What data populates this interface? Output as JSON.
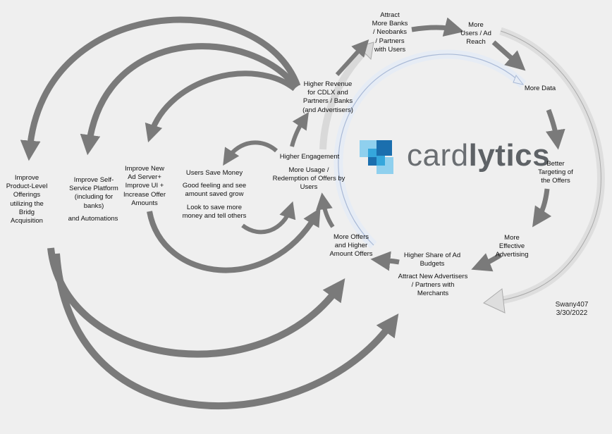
{
  "brand": {
    "name_light": "card",
    "name_bold": "lytics",
    "colors": {
      "light_blue": "#8fd0ee",
      "mid_blue": "#35a7dc",
      "dark_blue": "#1b6fae",
      "arrow_gray": "#7a7a7a",
      "outline_gray": "#b8b8b8"
    }
  },
  "labels": {
    "attract_banks": "Attract\nMore Banks\n/ Neobanks\n/ Partners\nwith Users",
    "more_users_reach": "More\nUsers / Ad\nReach",
    "more_data": "More Data",
    "better_targeting": "Better\nTargeting of\nthe Offers",
    "more_effective_advertising": "More\nEffective\nAdvertising",
    "higher_share": "Higher Share of Ad\nBudgets",
    "attract_advertisers": "Attract New Advertisers\n/ Partners with\nMerchants",
    "more_offers": "More Offers\nand Higher\nAmount Offers",
    "higher_engagement": "Higher Engagement",
    "more_usage": "More Usage /\nRedemption of Offers by\nUsers",
    "higher_revenue": "Higher Revenue\nfor CDLX and\nPartners / Banks\n(and Advertisers)",
    "users_save": "Users Save Money",
    "good_feeling": "Good feeling and see\namount saved grow",
    "look_to_save": "Look to save more\nmoney and tell others",
    "improve_ad_server": "Improve New\nAd Server+\nImprove UI +\nIncrease Offer\nAmounts",
    "improve_self_service": "Improve Self-\nService Platform\n(including for\nbanks)",
    "automations": "and Automations",
    "improve_product": "Improve\nProduct-Level\nOfferings\nutilizing the\nBridg\nAcquisition"
  },
  "signature": {
    "author": "Swany407",
    "date": "3/30/2022"
  }
}
